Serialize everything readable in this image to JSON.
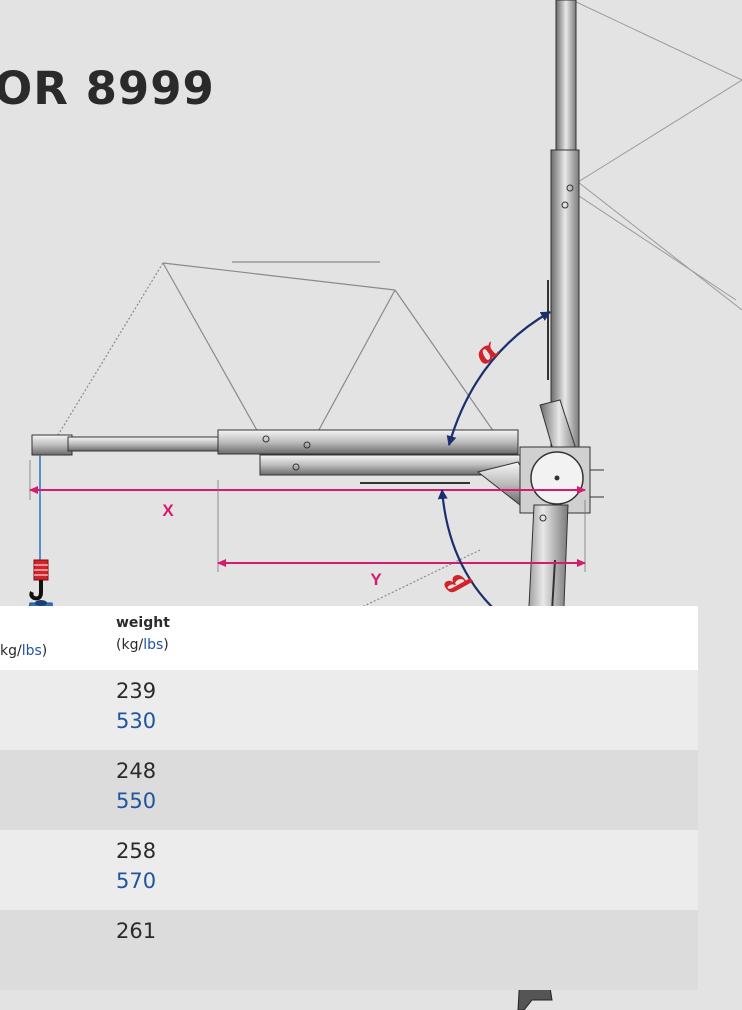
{
  "title": "OR 8999",
  "table": {
    "left_col_header_unit_partial": "kg/",
    "left_col_header_unit_lbs": "lbs",
    "weight_header": "weight",
    "weight_unit_open": "(kg/",
    "weight_unit_lbs": "lbs",
    "weight_unit_close": ")",
    "rows": [
      {
        "kg": "239",
        "lbs": "530"
      },
      {
        "kg": "248",
        "lbs": "550"
      },
      {
        "kg": "258",
        "lbs": "570"
      },
      {
        "kg": "261",
        "lbs": ""
      }
    ]
  },
  "diagram": {
    "labels": {
      "x": "X",
      "y": "Y",
      "alpha": "α",
      "beta": "β"
    },
    "colors": {
      "dimension": "#d61a6e",
      "angle_arrow": "#1b2f6e",
      "angle_label": "#d2232a",
      "hook_block": "#2a74c2",
      "hook_weight_box": "#d2232a"
    }
  }
}
